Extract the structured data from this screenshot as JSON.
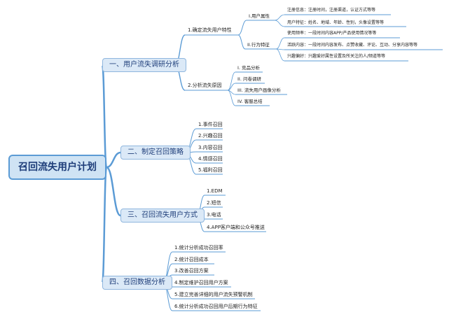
{
  "root": {
    "title": "召回流失用户计划"
  },
  "branches": [
    {
      "label": "一、用户流失调研分析",
      "children": [
        {
          "label": "1.确定流失用户特性",
          "children": [
            {
              "label": "I.用户属性",
              "details": [
                "注册信息：注册时间，注册渠道，认证方式等等",
                "用户特征：姓名、地域、年龄、性别，头像设置等等"
              ]
            },
            {
              "label": "II.行为特征",
              "details": [
                "使用频率：一段时间内容APP/产品使用情况等等",
                "活跃内容：一段时间内容发布、点赞收藏、评论、互动、分享内容等等",
                "兴趣偏好：兴趣爱好属性设置及所关注的人/频道等等"
              ]
            }
          ]
        },
        {
          "label": "2.分析流失原因",
          "children": [
            {
              "label": "I. 竞品分析"
            },
            {
              "label": "II. 问卷调研"
            },
            {
              "label": "III. 流失用户画像分析"
            },
            {
              "label": "IV. 客服总结"
            }
          ]
        }
      ]
    },
    {
      "label": "二、制定召回策略",
      "children": [
        {
          "label": "1.事件召回"
        },
        {
          "label": "2.兴趣召回"
        },
        {
          "label": "3.内容召回"
        },
        {
          "label": "4.情感召回"
        },
        {
          "label": "5.福利召回"
        }
      ]
    },
    {
      "label": "三、召回流失用户方式",
      "children": [
        {
          "label": "1.EDM"
        },
        {
          "label": "2.短信"
        },
        {
          "label": "3.电话"
        },
        {
          "label": "4.APP客户端和公众号推送"
        }
      ]
    },
    {
      "label": "四、召回数据分析",
      "children": [
        {
          "label": "1.统计分析成功召回率"
        },
        {
          "label": "2.统计召回成本"
        },
        {
          "label": "3.改善召回方案"
        },
        {
          "label": "4.制定维护召回用户方案"
        },
        {
          "label": "5.建立完善详细的用户流失预警机制"
        },
        {
          "label": "6.统计分析成功召回用户后期行为特征"
        }
      ]
    }
  ],
  "colors": {
    "line": "#5b9bd5",
    "root_fill": "#cfe3f4",
    "branch_fill": "#dbe9f7"
  }
}
